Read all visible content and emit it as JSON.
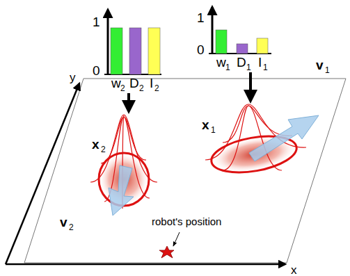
{
  "diagram": {
    "labels": [
      "1",
      "0",
      "w",
      "2",
      "D",
      "2",
      "I",
      "2",
      "1",
      "0",
      "w",
      "1",
      "D",
      "1",
      "I",
      "1",
      "y",
      "x",
      "v",
      "1",
      "x",
      "2",
      "x",
      "1",
      "v",
      "2",
      "robot's position"
    ]
  }
}
